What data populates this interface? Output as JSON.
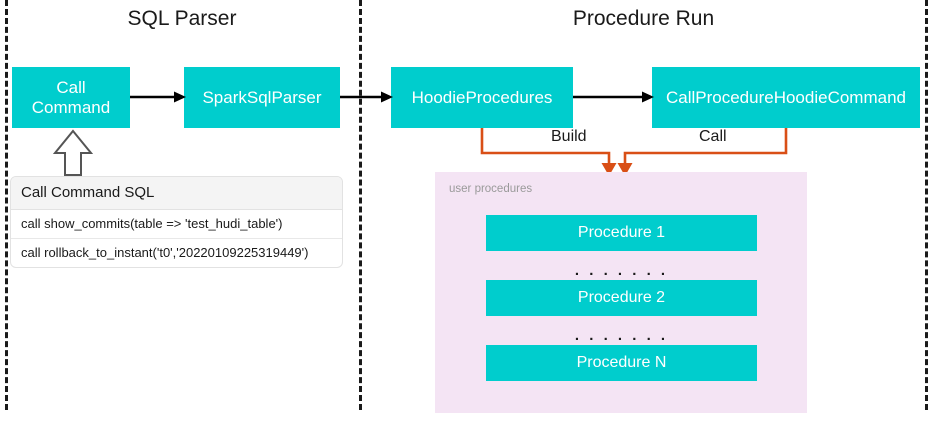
{
  "diagram": {
    "title_left": "SQL Parser",
    "title_right": "Procedure Run",
    "colors": {
      "box_fill": "#00CDCD",
      "box_text": "#FFFFFF",
      "panel_fill": "#F4E4F4",
      "connector_orange": "#D94F16",
      "arrow_black": "#000000",
      "separator": "#1A1A1A",
      "sql_header_fill": "#F4F4F4"
    },
    "nodes": [
      {
        "id": "call-command",
        "label_line1": "Call",
        "label_line2": "Command"
      },
      {
        "id": "spark-sql-parser",
        "label": "SparkSqlParser"
      },
      {
        "id": "hoodie-procedures",
        "label": "HoodieProcedures"
      },
      {
        "id": "call-procedure-hoodie-command",
        "label": "CallProcedureHoodieCommand"
      }
    ],
    "edge_labels": {
      "build": "Build",
      "call": "Call"
    },
    "sql_panel": {
      "header": "Call Command SQL",
      "rows": [
        "call show_commits(table => 'test_hudi_table')",
        "call rollback_to_instant('t0','20220109225319449')"
      ]
    },
    "procedures_panel": {
      "label": "user procedures",
      "items": [
        {
          "label": "Procedure 1"
        },
        {
          "label": "Procedure 2"
        },
        {
          "label": "Procedure N"
        }
      ],
      "ellipsis": ". . . . . . ."
    }
  }
}
